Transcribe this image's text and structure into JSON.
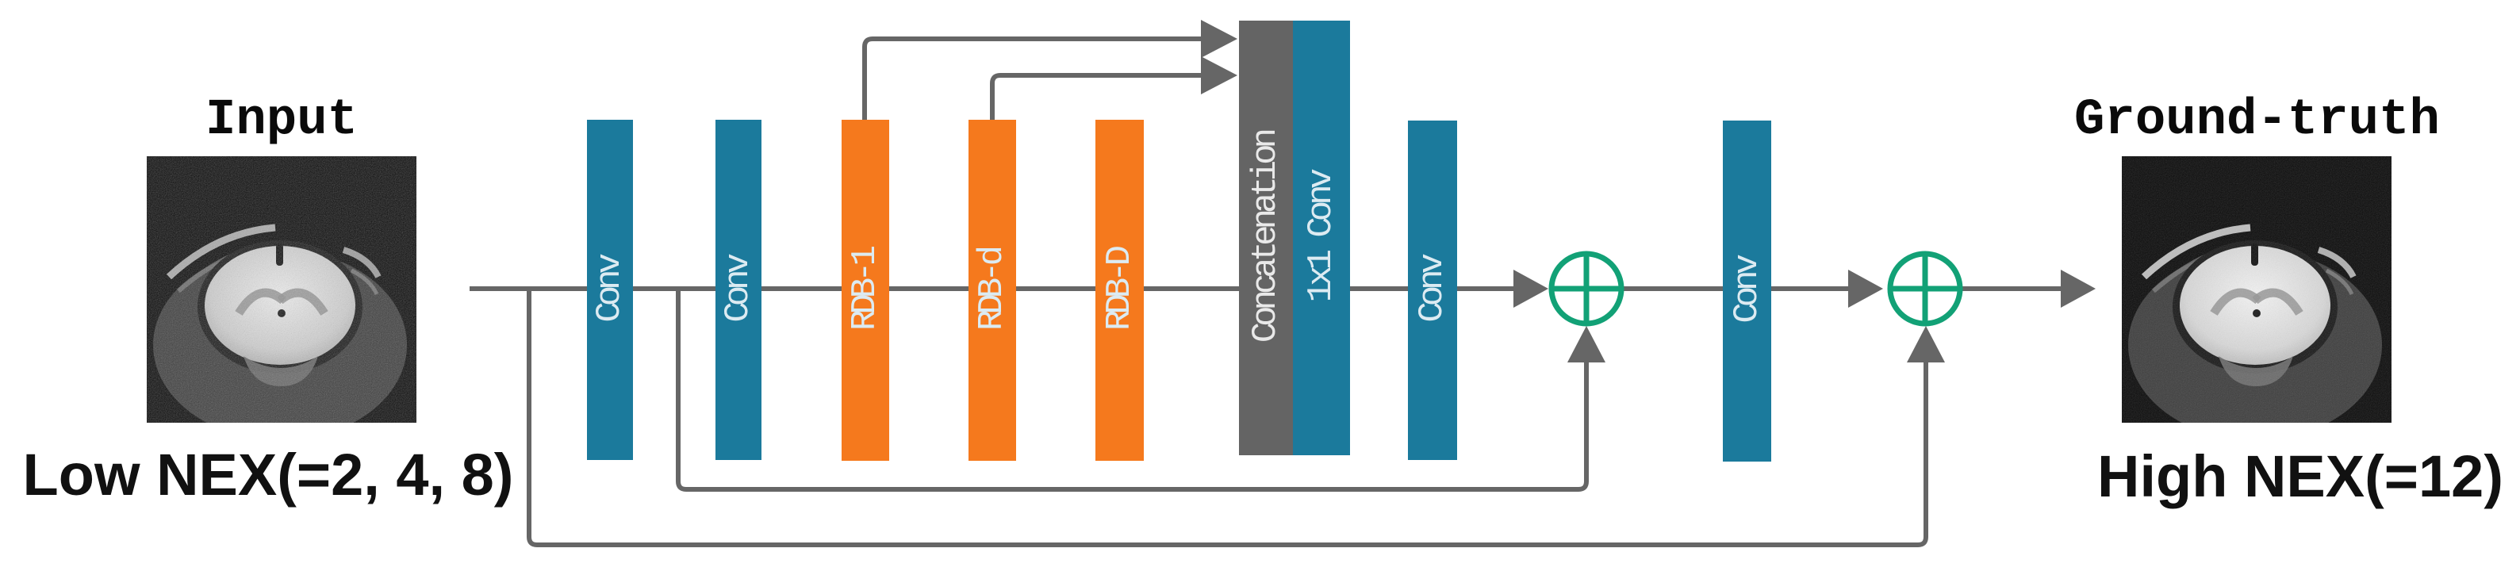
{
  "figure": {
    "input_panel": {
      "title": "Input",
      "caption": "Low NEX(=2, 4, 8)",
      "image": "mouse-brain-mri-axial-noisy"
    },
    "ground_truth_panel": {
      "title": "Ground-truth",
      "caption": "High NEX(=12)",
      "image": "mouse-brain-mri-axial-clean"
    },
    "layers": [
      {
        "id": "conv-1",
        "label": "Conv",
        "type": "conv"
      },
      {
        "id": "conv-2",
        "label": "Conv",
        "type": "conv"
      },
      {
        "id": "rdb-1",
        "label": "RDB-1",
        "type": "rdb"
      },
      {
        "id": "rdb-d",
        "label": "RDB-d",
        "type": "rdb"
      },
      {
        "id": "rdb-D",
        "label": "RDB-D",
        "type": "rdb"
      },
      {
        "id": "concat",
        "label": "Concatenation",
        "type": "concat"
      },
      {
        "id": "conv-1x1",
        "label": "1x1 Conv",
        "type": "conv"
      },
      {
        "id": "conv-3",
        "label": "Conv",
        "type": "conv"
      },
      {
        "id": "conv-4",
        "label": "Conv",
        "type": "conv"
      }
    ],
    "operators": [
      {
        "id": "add-1",
        "symbol": "⊕",
        "meaning": "element-wise addition (local residual)"
      },
      {
        "id": "add-2",
        "symbol": "⊕",
        "meaning": "element-wise addition (global residual)"
      }
    ],
    "connections": [
      "input → conv chain (main flow, left to right)",
      "RDB-1 top → concatenation",
      "RDB-d top → concatenation",
      "after Conv-1 → add-1 (skip)",
      "input → add-2 (skip)",
      "add-2 → ground-truth image"
    ],
    "colors": {
      "conv_bar": "#1b7a9c",
      "rdb_bar": "#f5791d",
      "concat_bar": "#646464",
      "wire": "#666666",
      "adder": "#12a176",
      "bar_text": "#dcebf2",
      "label_text": "#0a0a0a"
    }
  }
}
